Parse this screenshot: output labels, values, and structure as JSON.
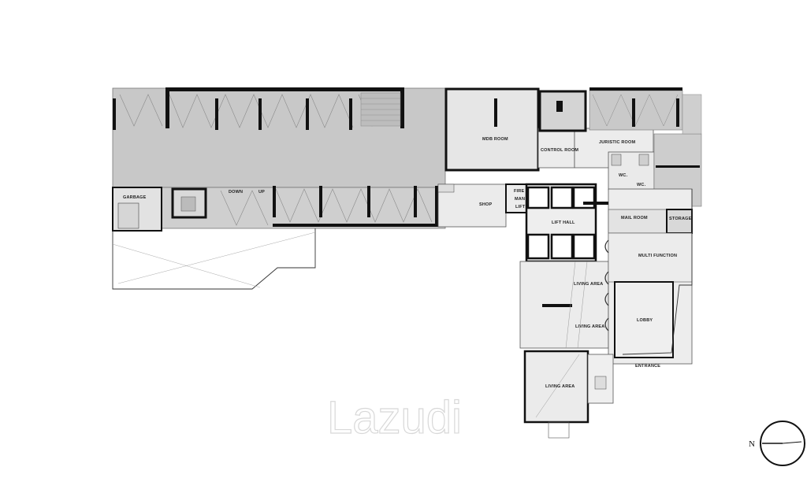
{
  "rooms": {
    "mdb_room": "MDB ROOM",
    "control_room": "CONTROL ROOM",
    "juristic_room": "JURISTIC ROOM",
    "wc1": "WC.",
    "wc2": "WC.",
    "garbage": "GARBAGE",
    "down": "DOWN",
    "up": "UP",
    "shop": "SHOP",
    "fire_man": "FIRE",
    "fire_man2": "MAN",
    "fire_lift": "LIFT",
    "lift_hall": "LIFT HALL",
    "mail_room": "MAIL ROOM",
    "storage": "STORAGE",
    "multi_function": "MULTI FUNCTION",
    "living_area_1": "LIVING AREA",
    "living_area_2": "LIVING AREA",
    "living_area_3": "LIVING AREA",
    "lobby": "LOBBY",
    "entrance": "ENTRANCE"
  },
  "watermark": "Lazudi",
  "compass": {
    "label": "N"
  },
  "colors": {
    "parking": "#c9c9c9",
    "room": "#e6e6e6",
    "wall": "#111111"
  }
}
